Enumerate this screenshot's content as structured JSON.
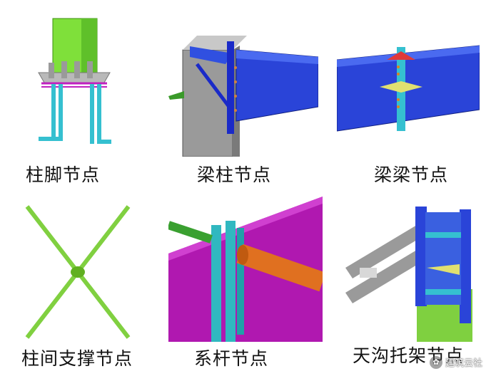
{
  "panels": [
    {
      "caption": "柱脚节点"
    },
    {
      "caption": "梁柱节点"
    },
    {
      "caption": "梁梁节点"
    },
    {
      "caption": "柱间支撑节点"
    },
    {
      "caption": "系杆节点"
    },
    {
      "caption": "天沟托架节点"
    }
  ],
  "watermark": {
    "text": "建筑云社",
    "icon": "wechat-icon"
  }
}
